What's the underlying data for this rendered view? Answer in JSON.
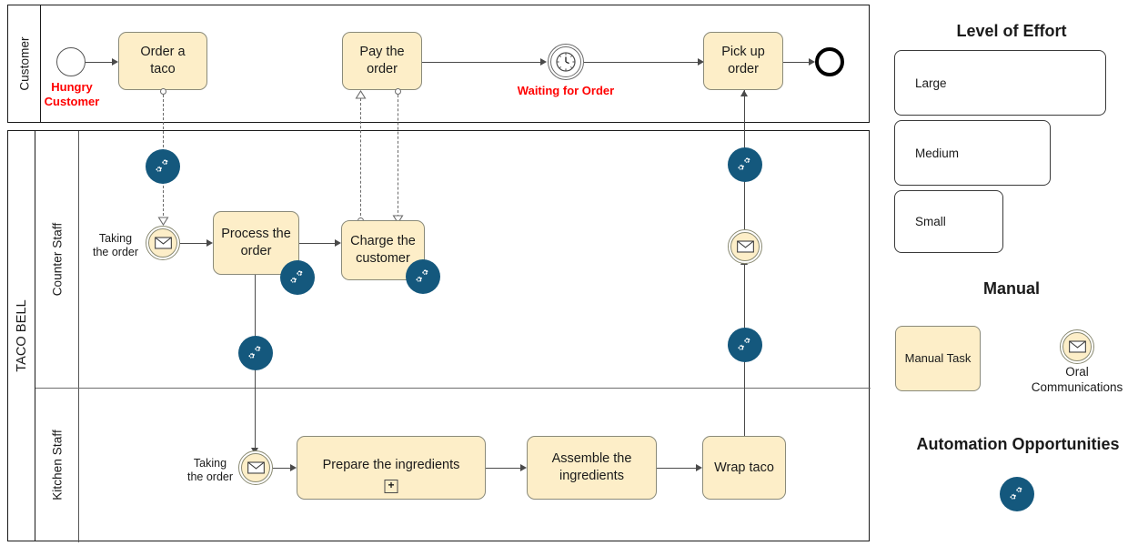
{
  "diagram": {
    "type": "bpmn-process-diagram",
    "pools": [
      {
        "name": "Customer",
        "label": "Customer",
        "lanes": []
      },
      {
        "name": "TACO BELL",
        "label": "TACO BELL",
        "lanes": [
          {
            "label": "Counter Staff"
          },
          {
            "label": "Kitchen Staff"
          }
        ]
      }
    ]
  },
  "customer_lane": {
    "start_event_label": "Hungry\nCustomer",
    "start_event_label_line1": "Hungry",
    "start_event_label_line2": "Customer",
    "tasks": {
      "order_taco": "Order a\ntaco",
      "order_taco_l1": "Order a",
      "order_taco_l2": "taco",
      "pay_order_l1": "Pay the",
      "pay_order_l2": "order",
      "pickup_order_l1": "Pick up",
      "pickup_order_l2": "order"
    },
    "timer_label": "Waiting for Order"
  },
  "counter_lane": {
    "message_event_label_l1": "Taking",
    "message_event_label_l2": "the order",
    "tasks": {
      "process_order_l1": "Process the",
      "process_order_l2": "order",
      "charge_customer_l1": "Charge the",
      "charge_customer_l2": "customer"
    }
  },
  "kitchen_lane": {
    "message_event_label_l1": "Taking",
    "message_event_label_l2": "the order",
    "tasks": {
      "prepare_ingredients": "Prepare the ingredients",
      "prepare_ingredients_marker": "+",
      "assemble_l1": "Assemble the",
      "assemble_l2": "ingredients",
      "wrap_taco": "Wrap taco"
    }
  },
  "legend": {
    "effort": {
      "title": "Level of Effort",
      "items": [
        {
          "label": "Large"
        },
        {
          "label": "Medium"
        },
        {
          "label": "Small"
        }
      ]
    },
    "manual": {
      "title": "Manual",
      "task_label_l1": "Manual",
      "task_label_l2": "Task",
      "oral_label_l1": "Oral",
      "oral_label_l2": "Communications"
    },
    "automation": {
      "title": "Automation Opportunities"
    }
  },
  "colors": {
    "task_fill": "#fdeec8",
    "task_stroke": "#8a8a7a",
    "automation_badge": "#14587d",
    "annotation_red": "#ff0000",
    "connector": "#4a4a4a",
    "pool_border": "#1a1a1a"
  },
  "icons": {
    "gear": "gear-icon",
    "envelope": "envelope-icon",
    "clock": "clock-icon"
  }
}
